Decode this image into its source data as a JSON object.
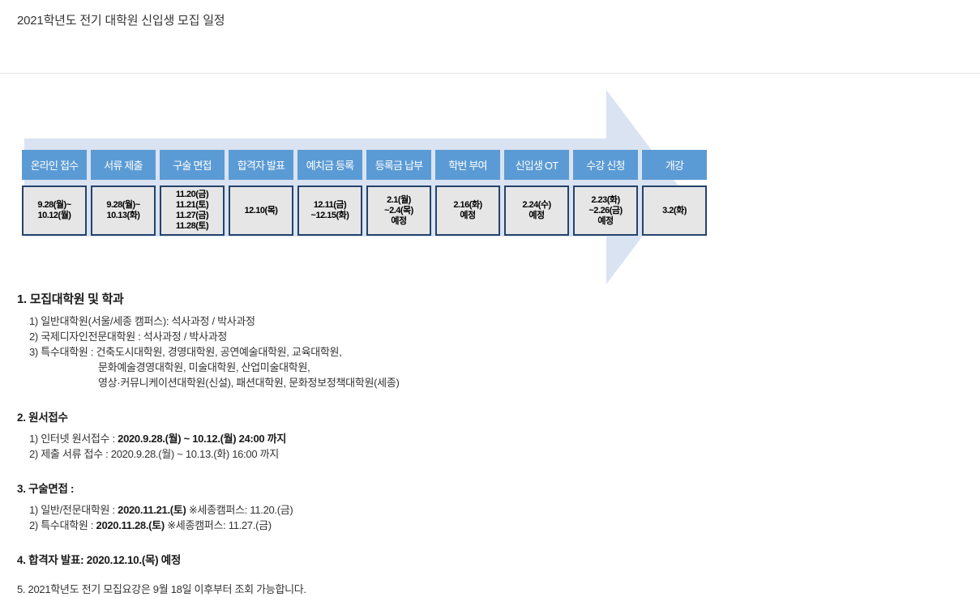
{
  "page": {
    "title": "2021학년도 전기 대학원 신입생 모집 일정"
  },
  "colors": {
    "step_header_bg": "#5b9bd5",
    "step_header_text": "#ffffff",
    "step_date_bg": "#e7e6e6",
    "step_date_border": "#24436c",
    "arrow_fill": "#dae3f1"
  },
  "timeline": {
    "steps": [
      {
        "label": "온라인 접수",
        "date": "9.28(월)~\n10.12(월)"
      },
      {
        "label": "서류 제출",
        "date": "9.28(월)~\n10.13(화)"
      },
      {
        "label": "구술 면접",
        "date": "11.20(금)\n11.21(토)\n11.27(금)\n11.28(토)"
      },
      {
        "label": "합격자 발표",
        "date": "12.10(목)"
      },
      {
        "label": "예치금 등록",
        "date": "12.11(금)\n~12.15(화)"
      },
      {
        "label": "등록금 납부",
        "date": "2.1(월)\n~2.4(목)\n예정"
      },
      {
        "label": "학번 부여",
        "date": "2.16(화)\n예정"
      },
      {
        "label": "신입생 OT",
        "date": "2.24(수)\n예정"
      },
      {
        "label": "수강 신청",
        "date": "2.23(화)\n~2.26(금)\n예정"
      },
      {
        "label": "개강",
        "date": "3.2(화)"
      }
    ]
  },
  "sections": {
    "s1": {
      "heading": "1. 모집대학원 및 학과",
      "lines": [
        "1) 일반대학원(서울/세종 캠퍼스): 석사과정 / 박사과정",
        "2) 국제디자인전문대학원 : 석사과정 / 박사과정",
        "3) 특수대학원 : 건축도시대학원, 경영대학원, 공연예술대학원, 교육대학원,",
        "문화예술경영대학원, 미술대학원, 산업미술대학원,",
        "영상·커뮤니케이션대학원(신설), 패션대학원, 문화정보정책대학원(세종)"
      ]
    },
    "s2": {
      "heading": "2. 원서접수",
      "line1_prefix": "1) 인터넷 원서접수 : ",
      "line1_bold": "2020.9.28.(월) ~ 10.12.(월) 24:00 까지",
      "line2": "2) 제출 서류 접수  : 2020.9.28.(월) ~ 10.13.(화) 16:00 까지"
    },
    "s3": {
      "heading": "3. 구술면접 :",
      "line1_prefix": "1) 일반/전문대학원 : ",
      "line1_bold": "2020.11.21.(토)",
      "line1_suffix": " ※세종캠퍼스: 11.20.(금)",
      "line2_prefix": "2) 특수대학원 : ",
      "line2_bold": "2020.11.28.(토)",
      "line2_suffix": "  ※세종캠퍼스: 11.27.(금)"
    },
    "s4": {
      "heading": "4. 합격자 발표: 2020.12.10.(목) 예정"
    },
    "s5": {
      "text": "5. 2021학년도 전기 모집요강은 9월 18일 이후부터 조회 가능합니다."
    }
  }
}
